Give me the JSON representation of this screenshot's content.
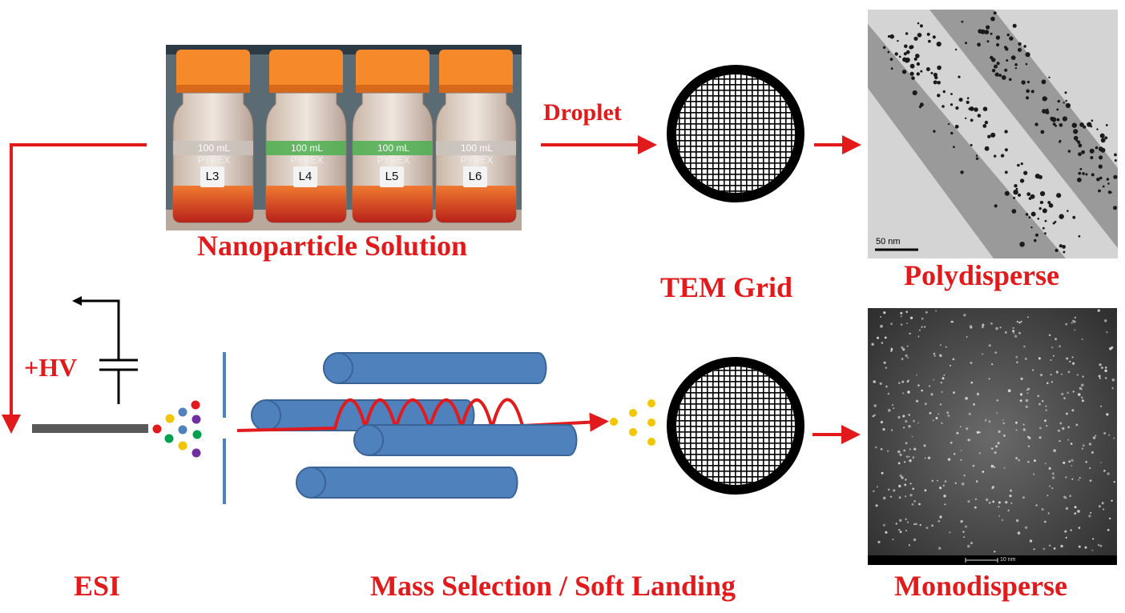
{
  "labels": {
    "droplet": "Droplet",
    "nanoparticle_solution": "Nanoparticle Solution",
    "tem_grid": "TEM Grid",
    "polydisperse": "Polydisperse",
    "monodisperse": "Monodisperse",
    "hv": "+HV",
    "esi": "ESI",
    "mass_selection": "Mass Selection / Soft Landing"
  },
  "photo": {
    "bottles": [
      {
        "volume": "100 mL",
        "brand": "PYREX",
        "tag": "L3"
      },
      {
        "volume": "100 mL",
        "brand": "PYREX",
        "tag": "L4"
      },
      {
        "volume": "100 mL",
        "brand": "PYREX",
        "tag": "L5"
      },
      {
        "volume": "100 mL",
        "brand": "PYREX",
        "tag": "L6"
      }
    ]
  },
  "micrographs": {
    "top_scale": "50 nm",
    "bottom_scale": "10 nm"
  },
  "colors": {
    "accent_red": "#e31a1c",
    "rod_blue": "#4f81bd",
    "rod_outline": "#3a6496",
    "cap_orange": "#f68a2a",
    "ion_colors": [
      "#e31a1c",
      "#f2c500",
      "#4f81bd",
      "#7030a0",
      "#00a050"
    ]
  }
}
